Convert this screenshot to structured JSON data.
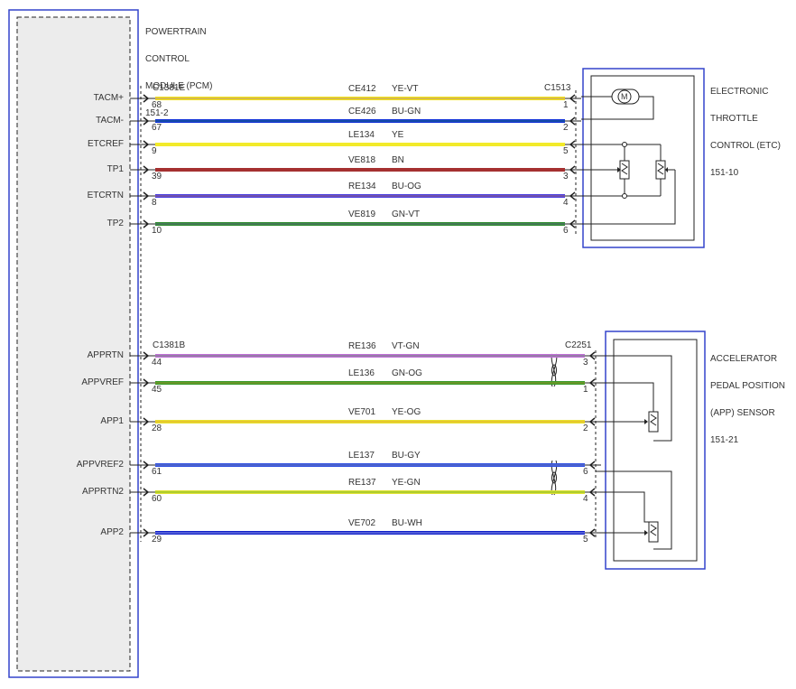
{
  "pcm": {
    "title_lines": [
      "POWERTRAIN",
      "CONTROL",
      "MODULE (PCM)",
      "151-2"
    ],
    "pins": [
      "TACM+",
      "TACM-",
      "ETCREF",
      "TP1",
      "ETCRTN",
      "TP2",
      "APPRTN",
      "APPVREF",
      "APP1",
      "APPVREF2",
      "APPRTN2",
      "APP2"
    ]
  },
  "etc": {
    "title_lines": [
      "ELECTRONIC",
      "THROTTLE",
      "CONTROL (ETC)",
      "151-10"
    ],
    "connector_left": "C1381E",
    "connector_right": "C1513",
    "motor_symbol": "M"
  },
  "app": {
    "title_lines": [
      "ACCELERATOR",
      "PEDAL POSITION",
      "(APP) SENSOR",
      "151-21"
    ],
    "connector_left": "C1381B",
    "connector_right": "C2251"
  },
  "wires": [
    {
      "circuit": "CE412",
      "color_code": "YE-VT",
      "pin_left": "68",
      "pin_right": "1",
      "color": "#f2e21a",
      "stripe": "#8a4fd0"
    },
    {
      "circuit": "CE426",
      "color_code": "BU-GN",
      "pin_left": "67",
      "pin_right": "2",
      "color": "#1030d8",
      "stripe": "#2c9a2c"
    },
    {
      "circuit": "LE134",
      "color_code": "YE",
      "pin_left": "9",
      "pin_right": "5",
      "color": "#f2ea2a",
      "stripe": ""
    },
    {
      "circuit": "VE818",
      "color_code": "BN",
      "pin_left": "39",
      "pin_right": "3",
      "color": "#a53030",
      "stripe": ""
    },
    {
      "circuit": "RE134",
      "color_code": "BU-OG",
      "pin_left": "8",
      "pin_right": "4",
      "color": "#4a3ee0",
      "stripe": "#e08a20"
    },
    {
      "circuit": "VE819",
      "color_code": "GN-VT",
      "pin_left": "10",
      "pin_right": "6",
      "color": "#2c8a2c",
      "stripe": "#8a4fd0"
    },
    {
      "circuit": "RE136",
      "color_code": "VT-GN",
      "pin_left": "44",
      "pin_right": "3",
      "color": "#c070d8",
      "stripe": "#2c9a2c"
    },
    {
      "circuit": "LE136",
      "color_code": "GN-OG",
      "pin_left": "45",
      "pin_right": "1",
      "color": "#3a9a2a",
      "stripe": "#e08a20"
    },
    {
      "circuit": "VE701",
      "color_code": "YE-OG",
      "pin_left": "28",
      "pin_right": "2",
      "color": "#e8e030",
      "stripe": "#e08a20"
    },
    {
      "circuit": "LE137",
      "color_code": "BU-GY",
      "pin_left": "61",
      "pin_right": "6",
      "color": "#3050e0",
      "stripe": "#9a9a9a"
    },
    {
      "circuit": "RE137",
      "color_code": "YE-GN",
      "pin_left": "60",
      "pin_right": "4",
      "color": "#e0e030",
      "stripe": "#2c9a2c"
    },
    {
      "circuit": "VE702",
      "color_code": "BU-WH",
      "pin_left": "29",
      "pin_right": "5",
      "color": "#1020c8",
      "stripe": "#ffffff"
    }
  ]
}
